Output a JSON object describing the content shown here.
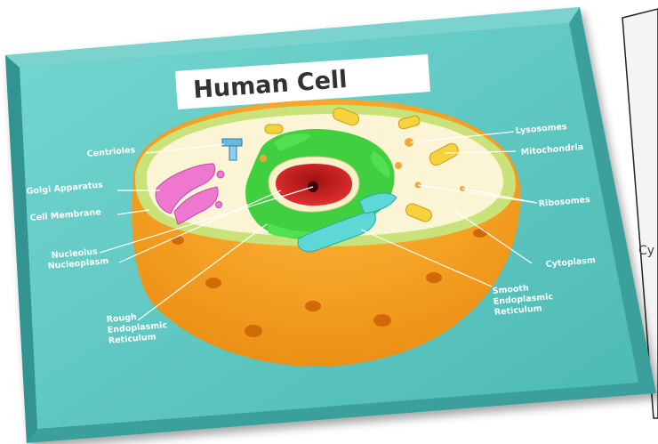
{
  "title": "Human Cell",
  "background_fragment": "Cy",
  "labels": {
    "centrioles": "Centrioles",
    "golgi": "Golgi Apparatus",
    "cell_membrane": "Cell Membrane",
    "nucleolus": "Nucleolus",
    "nucleoplasm": "Nucleoplasm",
    "rough_er": [
      "Rough",
      "Endoplasmic",
      "Reticulum"
    ],
    "lysosomes": "Lysosomes",
    "mitochondria": "Mitochondria",
    "ribosomes": "Ribosomes",
    "cytoplasm": "Cytoplasm",
    "smooth_er": [
      "Smooth",
      "Endoplasmic",
      "Reticulum"
    ]
  },
  "colors": {
    "board": "#5fc7c2",
    "board_edge": "#3aa6a2",
    "title_box": "#ffffff",
    "cell_outer": "#f0a020",
    "cell_top": "#fbf6d8",
    "membrane": "#c8e07a",
    "nucleus": "#d42828",
    "er_rough": "#3ecf3e",
    "er_smooth": "#5ad6d6",
    "golgi": "#f07ad0",
    "mitochondria": "#f5d040",
    "label_text": "#ffffff"
  }
}
